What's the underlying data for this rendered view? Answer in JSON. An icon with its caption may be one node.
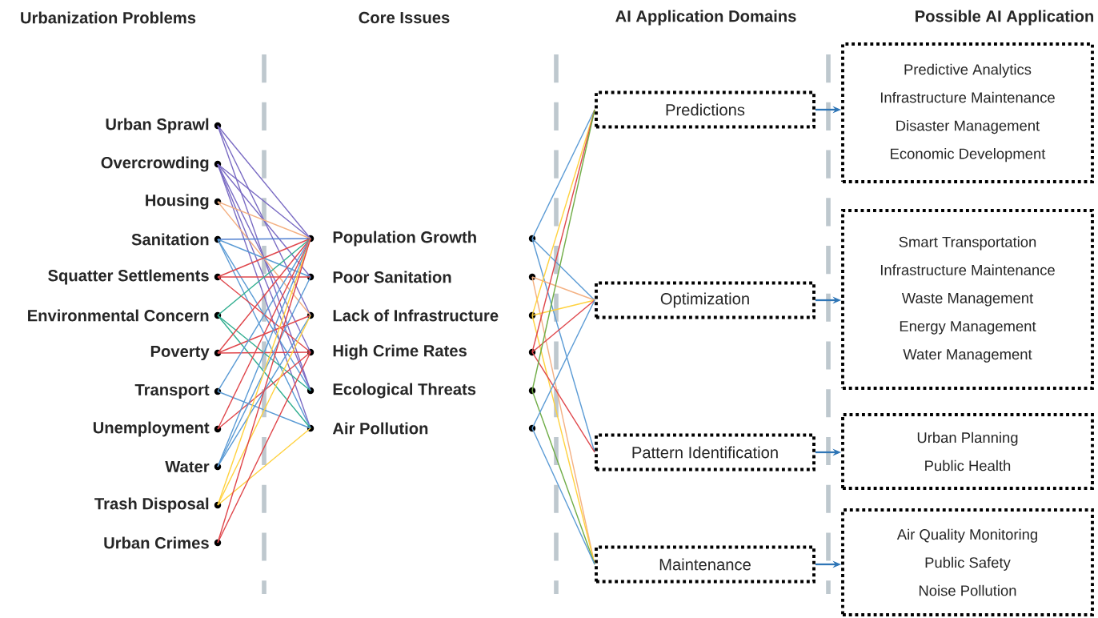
{
  "diagram": {
    "nodes": [
      {
        "text": [
          "Urban Sprawl"
        ]
      },
      {
        "text": [
          "Overcrowding"
        ]
      },
      {
        "text": [
          "Housing"
        ]
      },
      {
        "text": [
          "Sanitation"
        ]
      },
      {
        "text": [
          "Squatter Settlements"
        ]
      },
      {
        "text": [
          "Environmental Concern"
        ]
      },
      {
        "text": [
          "Poverty"
        ]
      },
      {
        "text": [
          "Transport"
        ]
      },
      {
        "text": [
          "Unemployment"
        ]
      },
      {
        "text": [
          "Water"
        ]
      },
      {
        "text": [
          "Trash Disposal"
        ]
      },
      {
        "text": [
          "Urban Crimes"
        ]
      },
      {
        "text": [
          "Population Growth"
        ]
      },
      {
        "text": [
          "Poor Sanitation"
        ]
      },
      {
        "text": [
          "Lack of Infrastructure"
        ]
      },
      {
        "text": [
          "High Crime Rates"
        ]
      },
      {
        "text": [
          "Ecological Threats"
        ]
      },
      {
        "text": [
          "Air Pollution"
        ]
      },
      {
        "text": [
          "Predictions"
        ]
      },
      {
        "text": [
          "Optimization"
        ]
      },
      {
        "text": [
          "Pattern Identification"
        ]
      },
      {
        "text": [
          "Maintenance"
        ]
      },
      {
        "text": [
          "Predictive Analytics",
          "Infrastructure Maintenance",
          "Disaster Management",
          "Economic Development"
        ]
      },
      {
        "text": [
          "Smart Transportation",
          "Infrastructure Maintenance",
          "Waste Management",
          "Energy Management",
          "Water Management"
        ]
      },
      {
        "text": [
          "Urban Planning",
          "Public Health"
        ]
      },
      {
        "text": [
          "Air Quality Monitoring",
          "Public Safety",
          "Noise Pollution"
        ]
      }
    ],
    "edges": [
      {
        "from": 0,
        "to": 12,
        "arrow": "none",
        "color": "#7b6cc4"
      },
      {
        "from": 0,
        "to": 14,
        "arrow": "none",
        "color": "#7b6cc4"
      },
      {
        "from": 0,
        "to": 16,
        "arrow": "none",
        "color": "#7b6cc4"
      },
      {
        "from": 1,
        "to": 12,
        "arrow": "none",
        "color": "#7b6cc4"
      },
      {
        "from": 1,
        "to": 13,
        "arrow": "none",
        "color": "#7b6cc4"
      },
      {
        "from": 1,
        "to": 15,
        "arrow": "none",
        "color": "#7b6cc4"
      },
      {
        "from": 1,
        "to": 16,
        "arrow": "none",
        "color": "#7b6cc4"
      },
      {
        "from": 1,
        "to": 17,
        "arrow": "none",
        "color": "#7b6cc4"
      },
      {
        "from": 2,
        "to": 12,
        "arrow": "none",
        "color": "#f4b183"
      },
      {
        "from": 2,
        "to": 14,
        "arrow": "none",
        "color": "#f4b183"
      },
      {
        "from": 3,
        "to": 12,
        "arrow": "none",
        "color": "#4f7fd0"
      },
      {
        "from": 3,
        "to": 13,
        "arrow": "none",
        "color": "#5b9bd5"
      },
      {
        "from": 3,
        "to": 16,
        "arrow": "none",
        "color": "#5b9bd5"
      },
      {
        "from": 3,
        "to": 17,
        "arrow": "none",
        "color": "#5b9bd5"
      },
      {
        "from": 4,
        "to": 12,
        "arrow": "none",
        "color": "#e0474c"
      },
      {
        "from": 4,
        "to": 13,
        "arrow": "none",
        "color": "#e0474c"
      },
      {
        "from": 4,
        "to": 15,
        "arrow": "none",
        "color": "#e0474c"
      },
      {
        "from": 5,
        "to": 12,
        "arrow": "none",
        "color": "#2fae8f"
      },
      {
        "from": 5,
        "to": 16,
        "arrow": "none",
        "color": "#2fae8f"
      },
      {
        "from": 5,
        "to": 17,
        "arrow": "none",
        "color": "#2fae8f"
      },
      {
        "from": 6,
        "to": 12,
        "arrow": "none",
        "color": "#e0474c"
      },
      {
        "from": 6,
        "to": 14,
        "arrow": "none",
        "color": "#e0474c"
      },
      {
        "from": 6,
        "to": 15,
        "arrow": "none",
        "color": "#e0474c"
      },
      {
        "from": 7,
        "to": 12,
        "arrow": "none",
        "color": "#5b9bd5"
      },
      {
        "from": 7,
        "to": 17,
        "arrow": "none",
        "color": "#5b9bd5"
      },
      {
        "from": 8,
        "to": 12,
        "arrow": "none",
        "color": "#e0474c"
      },
      {
        "from": 8,
        "to": 15,
        "arrow": "none",
        "color": "#e0474c"
      },
      {
        "from": 9,
        "to": 12,
        "arrow": "none",
        "color": "#5b9bd5"
      },
      {
        "from": 9,
        "to": 13,
        "arrow": "none",
        "color": "#5b9bd5"
      },
      {
        "from": 9,
        "to": 14,
        "arrow": "none",
        "color": "#5b9bd5"
      },
      {
        "from": 10,
        "to": 12,
        "arrow": "none",
        "color": "#ffd23f"
      },
      {
        "from": 10,
        "to": 14,
        "arrow": "none",
        "color": "#ffd23f"
      },
      {
        "from": 10,
        "to": 17,
        "arrow": "none",
        "color": "#ffd23f"
      },
      {
        "from": 11,
        "to": 12,
        "arrow": "none",
        "color": "#e0474c"
      },
      {
        "from": 11,
        "to": 15,
        "arrow": "none",
        "color": "#e0474c"
      },
      {
        "from": 12,
        "to": 18,
        "arrow": "none",
        "color": "#5b9bd5"
      },
      {
        "from": 12,
        "to": 19,
        "arrow": "none",
        "color": "#5b9bd5"
      },
      {
        "from": 12,
        "to": 20,
        "arrow": "none",
        "color": "#5b9bd5"
      },
      {
        "from": 13,
        "to": 19,
        "arrow": "none",
        "color": "#f4b183"
      },
      {
        "from": 13,
        "to": 21,
        "arrow": "none",
        "color": "#f4b183"
      },
      {
        "from": 14,
        "to": 18,
        "arrow": "none",
        "color": "#ffd23f"
      },
      {
        "from": 14,
        "to": 19,
        "arrow": "none",
        "color": "#ffd23f"
      },
      {
        "from": 14,
        "to": 21,
        "arrow": "none",
        "color": "#ffd23f"
      },
      {
        "from": 15,
        "to": 18,
        "arrow": "none",
        "color": "#e0474c"
      },
      {
        "from": 15,
        "to": 19,
        "arrow": "none",
        "color": "#e0474c"
      },
      {
        "from": 15,
        "to": 20,
        "arrow": "none",
        "color": "#e0474c"
      },
      {
        "from": 16,
        "to": 18,
        "arrow": "none",
        "color": "#70ad47"
      },
      {
        "from": 16,
        "to": 21,
        "arrow": "none",
        "color": "#70ad47"
      },
      {
        "from": 17,
        "to": 19,
        "arrow": "none",
        "color": "#5b9bd5"
      },
      {
        "from": 17,
        "to": 21,
        "arrow": "none",
        "color": "#5b9bd5"
      },
      {
        "from": 18,
        "to": 22,
        "arrow": "to",
        "color": "#2e75b6"
      },
      {
        "from": 19,
        "to": 23,
        "arrow": "to",
        "color": "#2e75b6"
      },
      {
        "from": 20,
        "to": 24,
        "arrow": "to",
        "color": "#2e75b6"
      },
      {
        "from": 21,
        "to": 25,
        "arrow": "to",
        "color": "#2e75b6"
      }
    ],
    "labels": [
      "Urbanization Problems",
      "Core Issues",
      "AI Application Domains",
      "Possible AI Application"
    ]
  }
}
